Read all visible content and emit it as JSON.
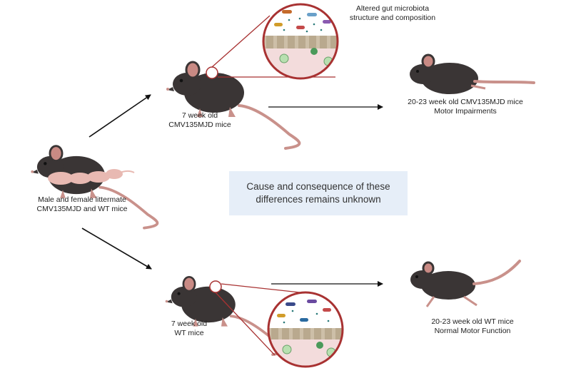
{
  "title": "",
  "nodes": {
    "start": {
      "line1": "Male and female littermate",
      "line2": "CMV135MJD and WT mice"
    },
    "mjd_young": {
      "line1": "7 week old",
      "line2": "CMV135MJD mice"
    },
    "mjd_old": {
      "line1": "20-23 week old CMV135MJD mice",
      "line2": "Motor Impairments"
    },
    "wt_young": {
      "line1": "7 week old",
      "line2": "WT mice"
    },
    "wt_old": {
      "line1": "20-23 week old WT mice",
      "line2": "Normal Motor Function"
    },
    "microbiota": {
      "line1": "Altered gut microbiota",
      "line2": "structure and composition"
    }
  },
  "note": {
    "line1": "Cause and consequence of these",
    "line2": "differences remains unknown"
  },
  "colors": {
    "mouse_body": "#3a3535",
    "mouse_shade": "#2a2626",
    "mouse_ear": "#c98a84",
    "mouse_tail": "#c9918b",
    "pup": "#e8b9b2",
    "zoom_outline": "#a83232",
    "note_bg": "#e6eef8",
    "arrow": "#111111",
    "tissue": "#f3dcdc",
    "villi": "#cdbfa8"
  },
  "icons": [
    "mouse-icon",
    "mouse-with-pups-icon",
    "gut-magnifier-icon"
  ]
}
